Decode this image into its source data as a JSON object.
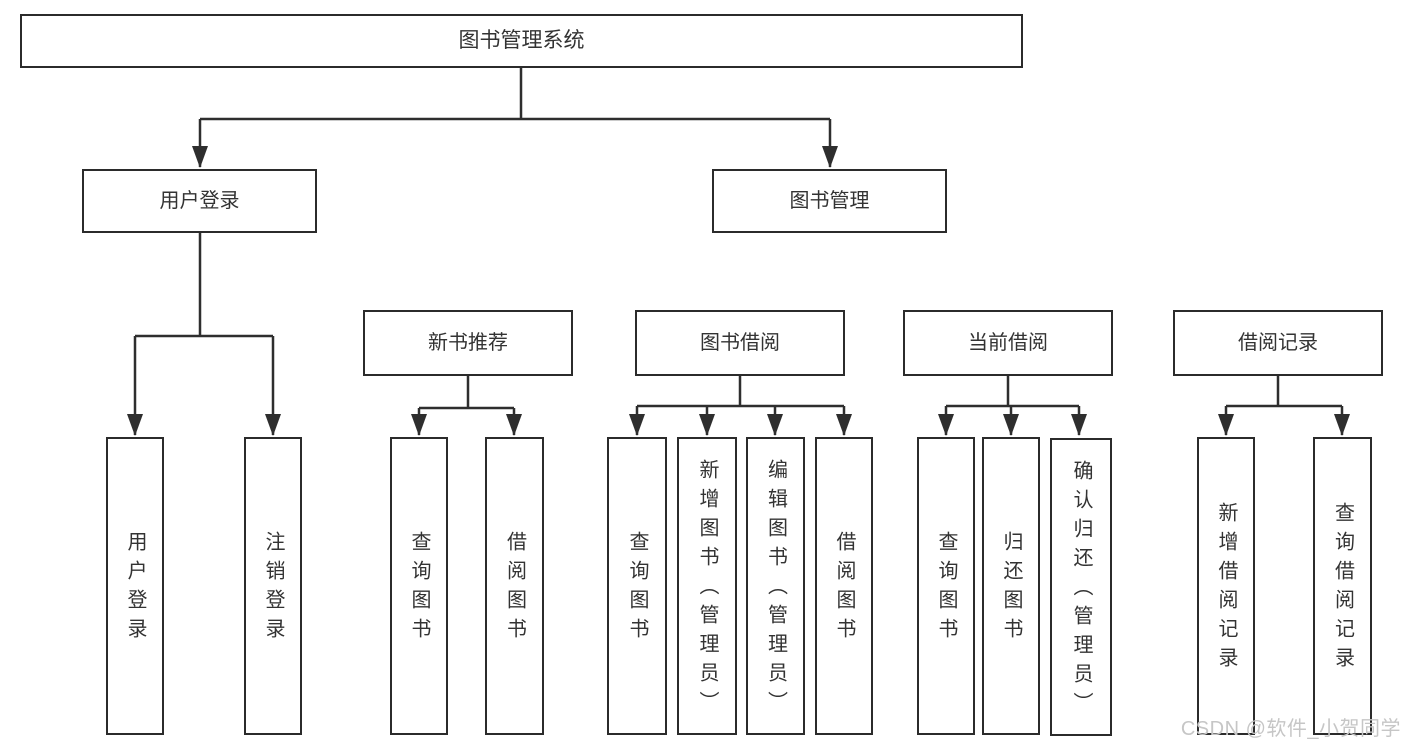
{
  "diagram": {
    "root": {
      "label": "图书管理系统"
    },
    "branches": [
      {
        "label": "用户登录",
        "leaves": [
          "用户登录",
          "注销登录"
        ]
      },
      {
        "label": "图书管理",
        "sections": [
          {
            "label": "新书推荐",
            "leaves": [
              "查询图书",
              "借阅图书"
            ]
          },
          {
            "label": "图书借阅",
            "leaves": [
              "查询图书",
              "新增图书（管理员）",
              "编辑图书（管理员）",
              "借阅图书"
            ]
          },
          {
            "label": "当前借阅",
            "leaves": [
              "查询图书",
              "归还图书",
              "确认归还（管理员）"
            ]
          },
          {
            "label": "借阅记录",
            "leaves": [
              "新增借阅记录",
              "查询借阅记录"
            ]
          }
        ]
      }
    ]
  },
  "watermark": "CSDN @软件_小贺同学",
  "colors": {
    "line": "#2e2e2e",
    "box_border": "#2b2b2b",
    "box_fill": "#ffffff",
    "text": "#333333",
    "watermark": "#c6c6c6"
  }
}
